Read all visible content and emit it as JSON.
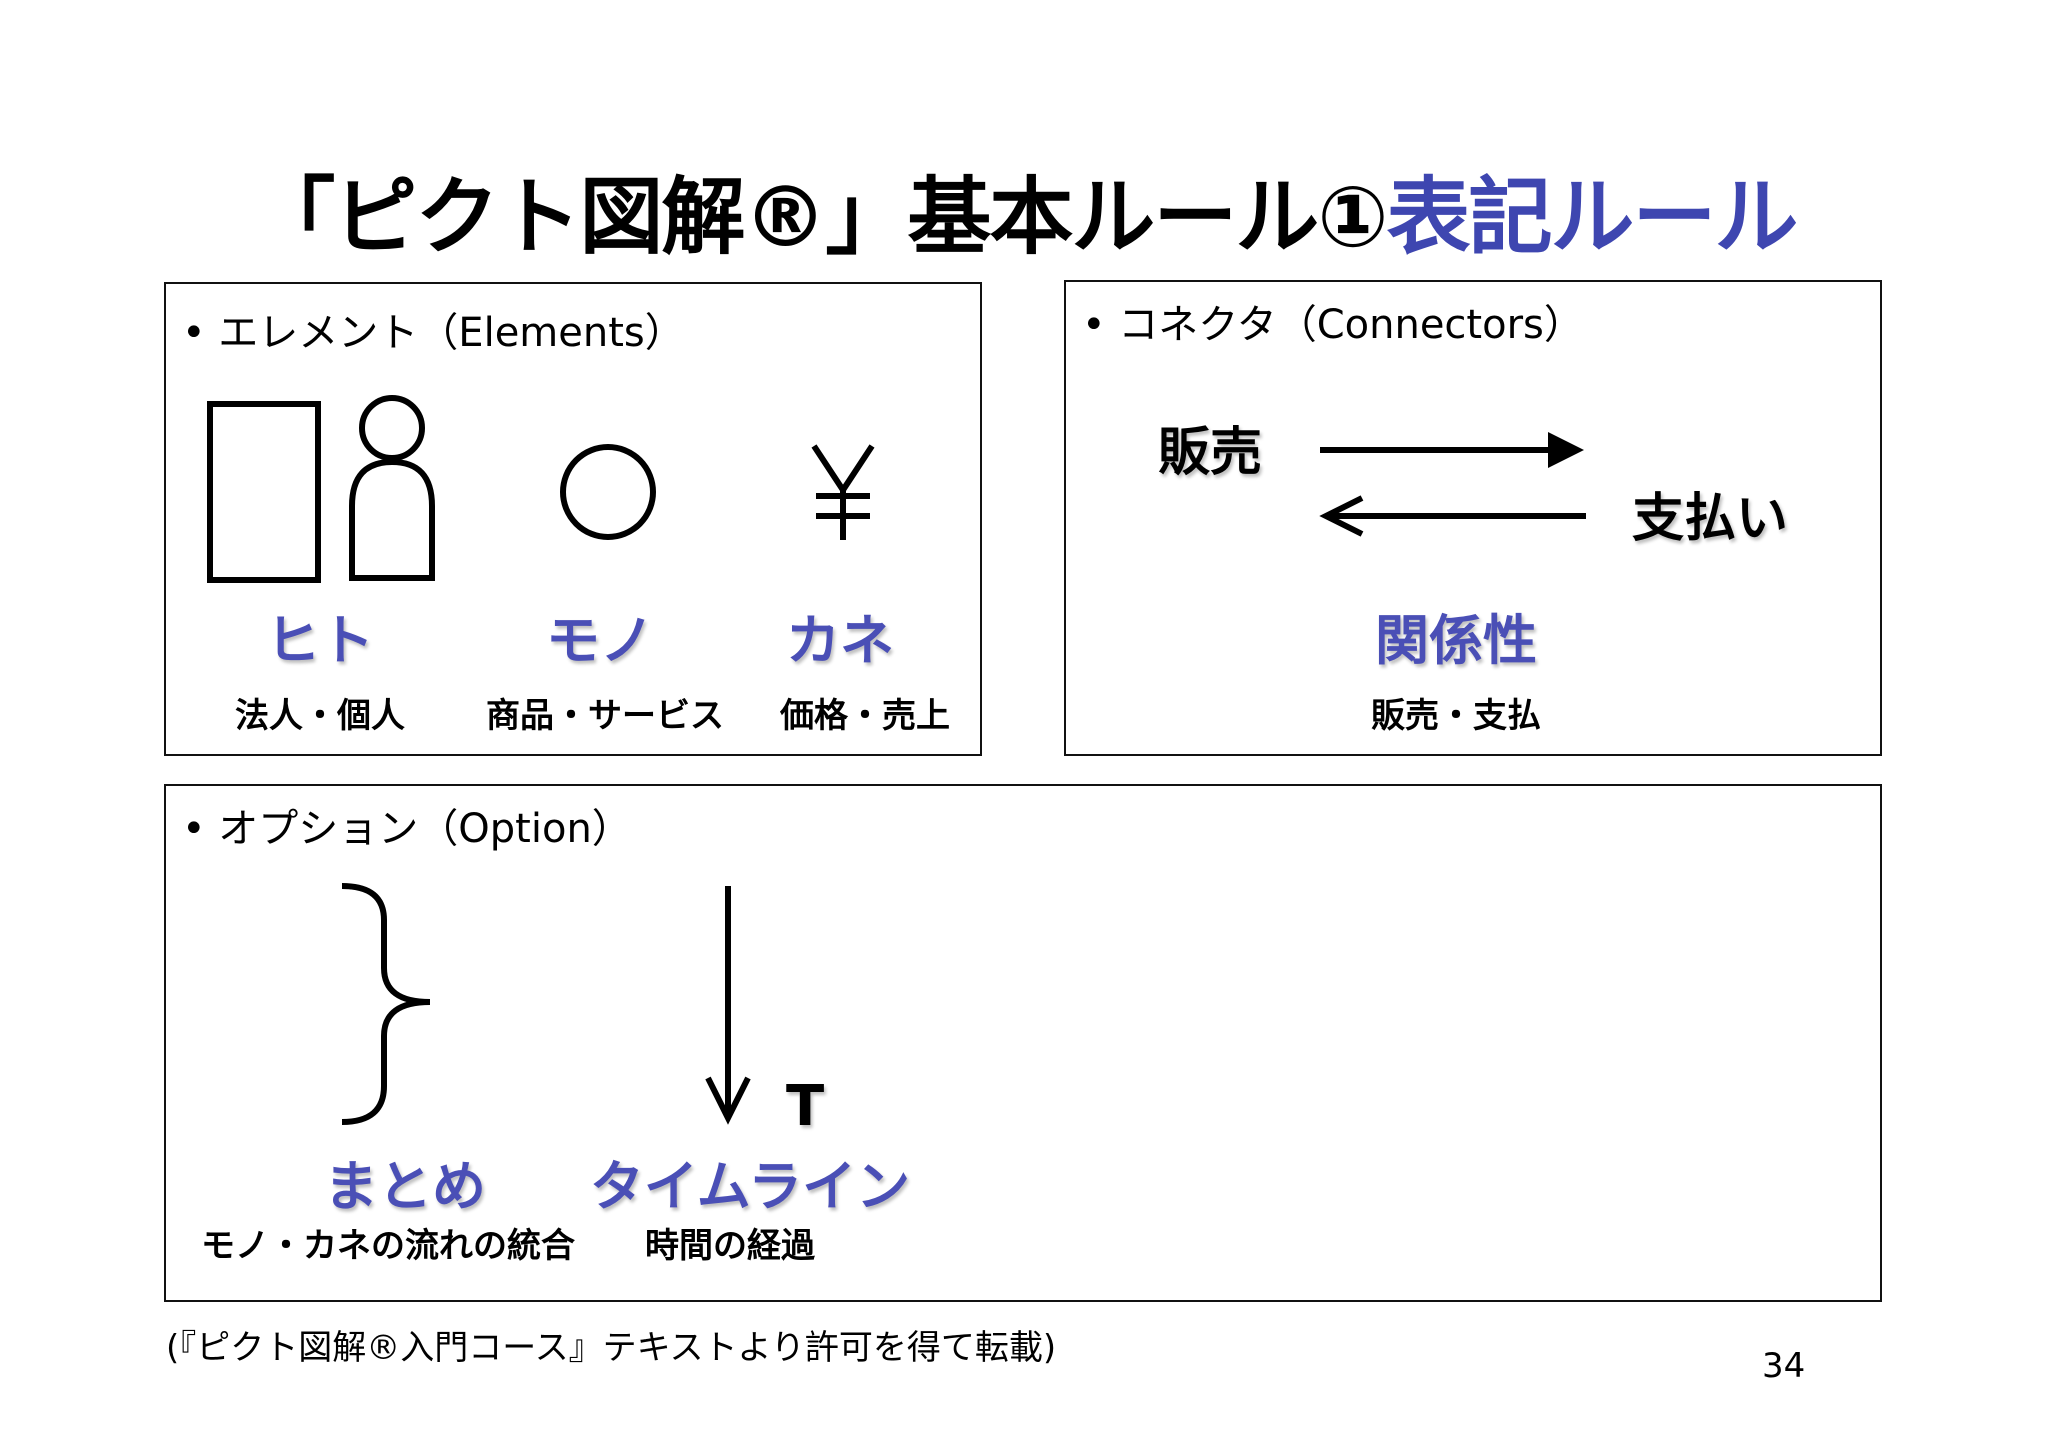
{
  "title": {
    "main": "「ピクト図解®」基本ルール①",
    "accent": "表記ルール",
    "accent_color": "#3e46b0"
  },
  "elements": {
    "heading": "• エレメント（Elements）",
    "items": [
      {
        "label": "ヒト",
        "caption": "法人・個人",
        "icon": "rectangle-and-person-icon"
      },
      {
        "label": "モノ",
        "caption": "商品・サービス",
        "icon": "circle-icon"
      },
      {
        "label": "カネ",
        "caption": "価格・売上",
        "icon": "yen-icon",
        "glyph": "¥"
      }
    ]
  },
  "connectors": {
    "heading": "• コネクタ（Connectors）",
    "top_word": "販売",
    "bottom_word": "支払い",
    "label": "関係性",
    "caption": "販売・支払"
  },
  "options": {
    "heading": "• オプション（Option）",
    "items": [
      {
        "label": "まとめ",
        "caption": "モノ・カネの流れの統合",
        "icon": "brace-icon"
      },
      {
        "label": "タイムライン",
        "caption": "時間の経過",
        "icon": "down-arrow-icon",
        "marker": "T"
      }
    ]
  },
  "footer": "(『ピクト図解®入門コース』テキストより許可を得て転載)",
  "page_number": "34",
  "label_color": "#4a4fb6"
}
